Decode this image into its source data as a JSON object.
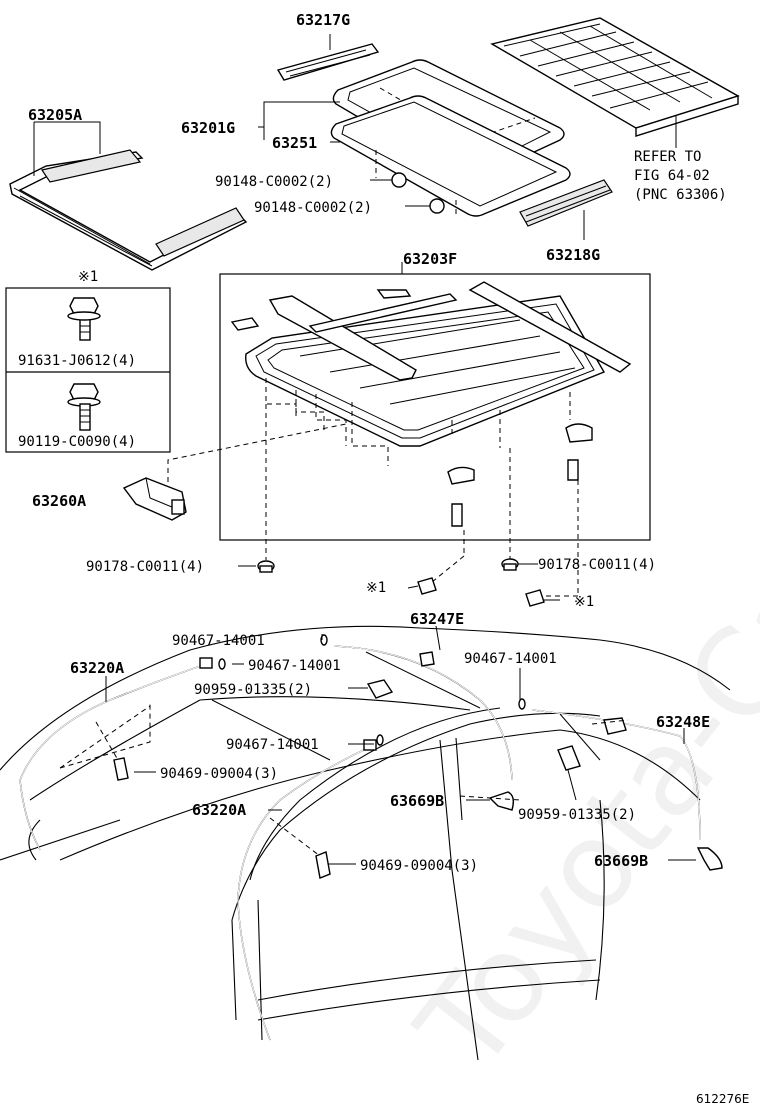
{
  "watermark": "Toyota-Carparts.ru",
  "figure_code": "612276E",
  "parts": [
    {
      "id": "p63217G",
      "label": "63217G"
    },
    {
      "id": "p63205A",
      "label": "63205A"
    },
    {
      "id": "p63201G",
      "label": "63201G"
    },
    {
      "id": "p63251",
      "label": "63251"
    },
    {
      "id": "p90148a",
      "label": "90148-C0002(2)"
    },
    {
      "id": "p90148b",
      "label": "90148-C0002(2)"
    },
    {
      "id": "p63218G",
      "label": "63218G"
    },
    {
      "id": "p63203F",
      "label": "63203F"
    },
    {
      "id": "p91631",
      "label": "91631-J0612(4)"
    },
    {
      "id": "p90119",
      "label": "90119-C0090(4)"
    },
    {
      "id": "p63260A",
      "label": "63260A"
    },
    {
      "id": "p90178a",
      "label": "90178-C0011(4)"
    },
    {
      "id": "p90178b",
      "label": "90178-C0011(4)"
    },
    {
      "id": "p63247E",
      "label": "63247E"
    },
    {
      "id": "p90467a",
      "label": "90467-14001"
    },
    {
      "id": "p90467b",
      "label": "90467-14001"
    },
    {
      "id": "p90467c",
      "label": "90467-14001"
    },
    {
      "id": "p90467d",
      "label": "90467-14001"
    },
    {
      "id": "p63220Aa",
      "label": "63220A"
    },
    {
      "id": "p63220Ab",
      "label": "63220A"
    },
    {
      "id": "p90959a",
      "label": "90959-01335(2)"
    },
    {
      "id": "p90959b",
      "label": "90959-01335(2)"
    },
    {
      "id": "p90469a",
      "label": "90469-09004(3)"
    },
    {
      "id": "p90469b",
      "label": "90469-09004(3)"
    },
    {
      "id": "p63248E",
      "label": "63248E"
    },
    {
      "id": "p63669Ba",
      "label": "63669B"
    },
    {
      "id": "p63669Bb",
      "label": "63669B"
    }
  ],
  "refer": {
    "line1": "REFER TO",
    "line2": "FIG 64-02",
    "line3": "(PNC 63306)"
  },
  "note_mark": "※1",
  "note_marks": [
    "※1",
    "※1",
    "※1"
  ]
}
